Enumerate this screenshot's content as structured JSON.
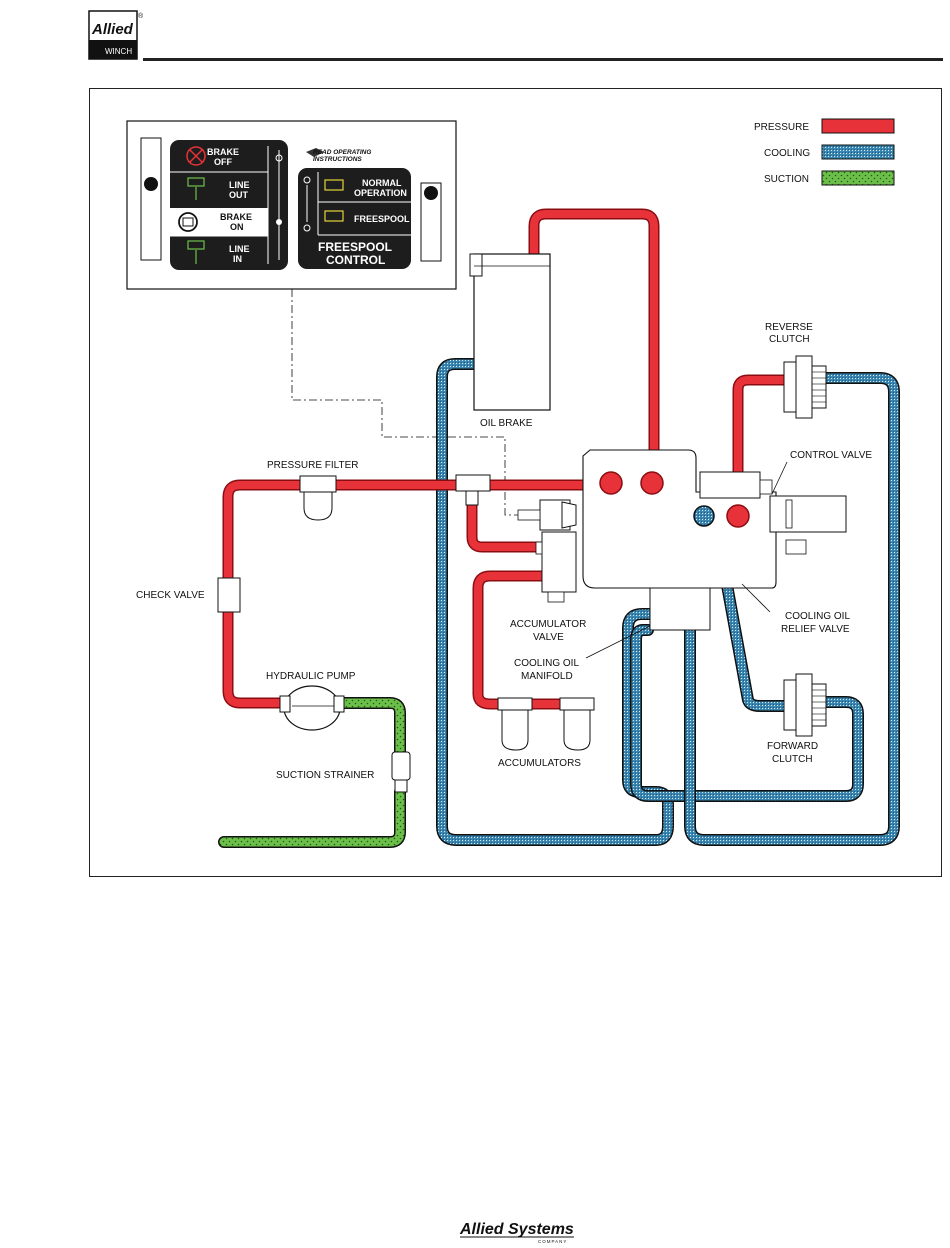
{
  "header": {
    "logo_text": "Allied",
    "logo_sub": "WINCH",
    "trademark": "®"
  },
  "legend": {
    "pressure": "PRESSURE",
    "cooling": "COOLING",
    "suction": "SUCTION"
  },
  "colors": {
    "pressure": "#e8323a",
    "cooling": "#3a86b0",
    "suction": "#6cc04a"
  },
  "panel": {
    "brake_off": [
      "BRAKE",
      "OFF"
    ],
    "line_out": [
      "LINE",
      "OUT"
    ],
    "brake_on": [
      "BRAKE",
      "ON"
    ],
    "line_in": [
      "LINE",
      "IN"
    ],
    "read_instructions": [
      "READ OPERATING",
      "INSTRUCTIONS"
    ],
    "normal_operation": [
      "NORMAL",
      "OPERATION"
    ],
    "freespool": "FREESPOOL",
    "freespool_control": [
      "FREESPOOL",
      "CONTROL"
    ]
  },
  "labels": {
    "oil_brake": "OIL BRAKE",
    "reverse_clutch": [
      "REVERSE",
      "CLUTCH"
    ],
    "control_valve": "CONTROL VALVE",
    "pressure_filter": "PRESSURE FILTER",
    "check_valve": "CHECK VALVE",
    "accumulator_valve": [
      "ACCUMULATOR",
      "VALVE"
    ],
    "cooling_oil_manifold": [
      "COOLING OIL",
      "MANIFOLD"
    ],
    "cooling_oil_relief_valve": [
      "COOLING OIL",
      "RELIEF VALVE"
    ],
    "hydraulic_pump": "HYDRAULIC PUMP",
    "suction_strainer": "SUCTION STRAINER",
    "accumulators": "ACCUMULATORS",
    "forward_clutch": [
      "FORWARD",
      "CLUTCH"
    ]
  },
  "footer": {
    "brand": "Allied Systems",
    "sub": "COMPANY"
  }
}
